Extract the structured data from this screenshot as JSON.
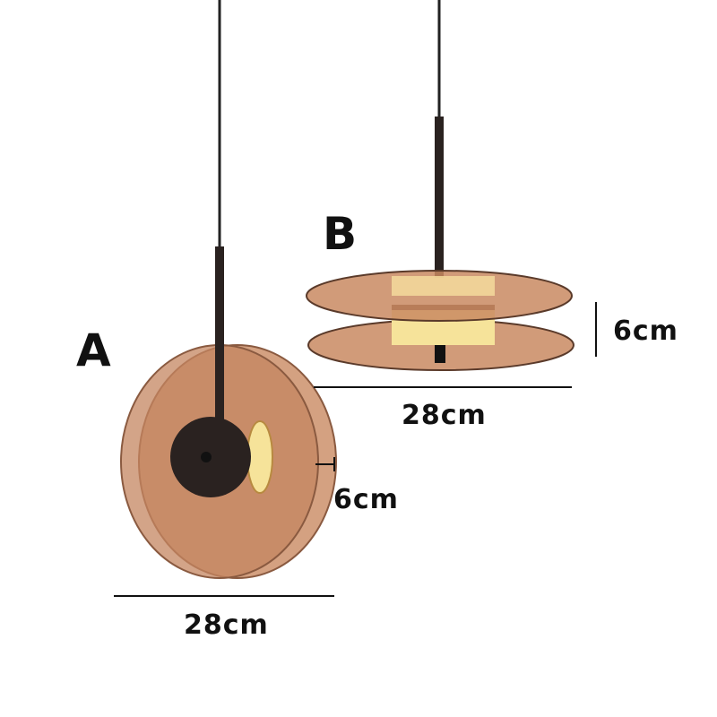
{
  "labels": {
    "lamp_a": "A",
    "lamp_b": "B",
    "a_width": "28cm",
    "a_depth": "6cm",
    "b_width": "28cm",
    "b_height": "6cm"
  },
  "colors": {
    "glass": "#c98a62",
    "glass_edge": "#8a5a40",
    "metal": "#2a2220",
    "light": "#f6e39a"
  }
}
